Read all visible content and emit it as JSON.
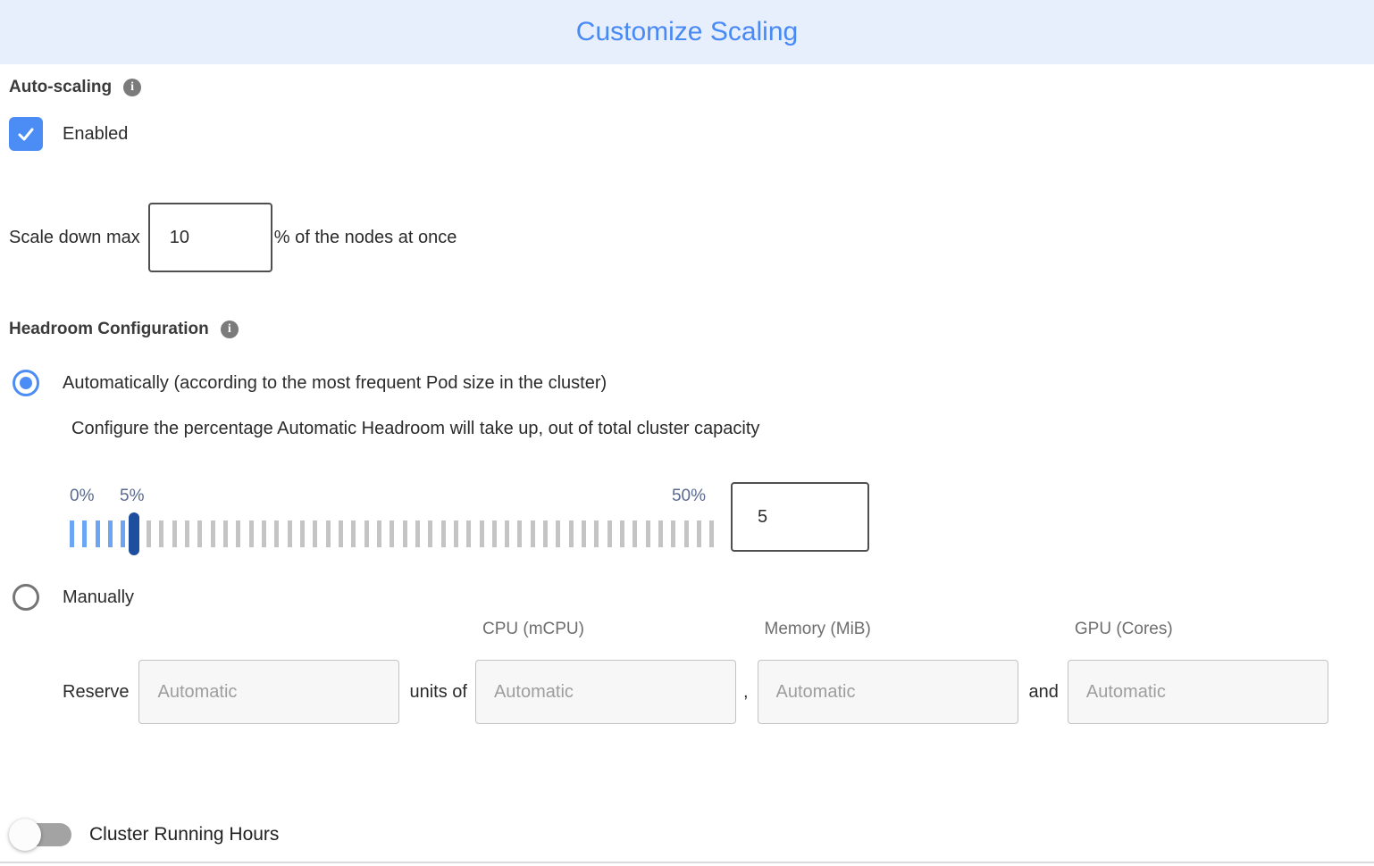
{
  "header": {
    "title": "Customize Scaling"
  },
  "auto_scaling": {
    "section_label": "Auto-scaling",
    "checkbox_label": "Enabled",
    "checked": true
  },
  "scale_down": {
    "prefix_label": "Scale down max",
    "value": "10",
    "suffix_label": "% of the nodes at once"
  },
  "headroom": {
    "section_label": "Headroom Configuration",
    "automatic_option_label": "Automatically (according to the most frequent Pod size in the cluster)",
    "automatic_selected": true,
    "description": "Configure the percentage Automatic Headroom will take up, out of total cluster capacity",
    "slider": {
      "min_label": "0%",
      "handle_label": "5%",
      "max_label": "50%",
      "value": "5",
      "total_ticks": 51,
      "active_ticks": 6,
      "handle_index": 5
    },
    "manual_option_label": "Manually",
    "manual_selected": false
  },
  "manual_reserve": {
    "column_headers": [
      "CPU (mCPU)",
      "Memory (MiB)",
      "GPU (Cores)"
    ],
    "reserve_label": "Reserve",
    "units_of_label": "units of",
    "comma_separator": ",",
    "and_separator": "and",
    "input_placeholder": "Automatic"
  },
  "cluster_running_hours": {
    "label": "Cluster Running Hours",
    "enabled": false
  },
  "colors": {
    "title_blue": "#4789F5",
    "header_bg": "#E7EEFC",
    "accent_blue": "#4C8DF5",
    "slider_active_tick": "#6BA5F3",
    "slider_handle": "#1D4F9E",
    "slider_inactive_tick": "#C4C4C4",
    "slider_label": "#5B6B8F"
  }
}
